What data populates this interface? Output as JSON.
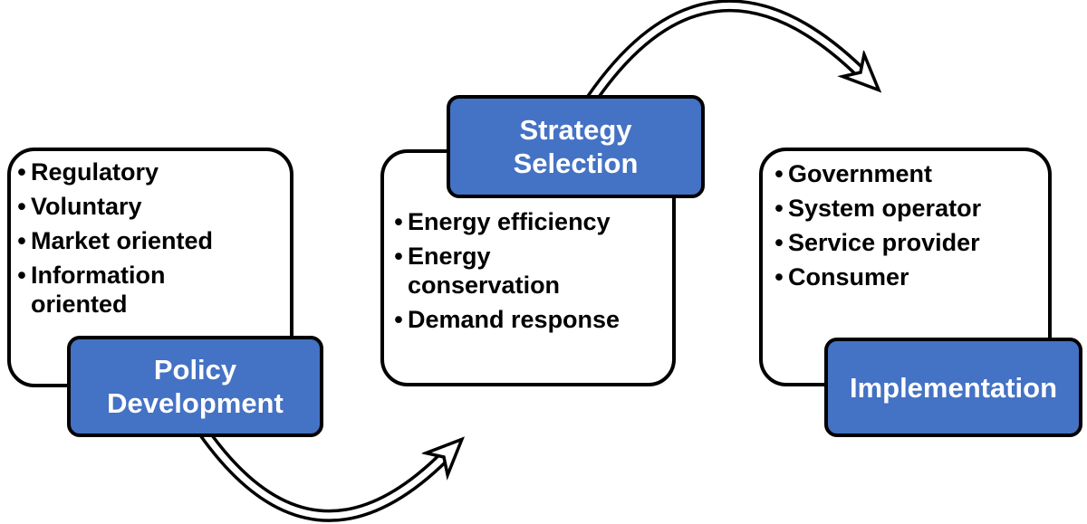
{
  "diagram": {
    "bullet": "•",
    "colors": {
      "accent_blue": "#4472C4",
      "outline": "#000000",
      "card_background": "#ffffff",
      "body_text": "#000000",
      "label_text": "#ffffff"
    },
    "stages": [
      {
        "label": "Policy\nDevelopment",
        "items": [
          "Regulatory",
          "Voluntary",
          "Market oriented",
          "Information\noriented"
        ]
      },
      {
        "label": "Strategy\nSelection",
        "items": [
          "Energy efficiency",
          "Energy\nconservation",
          "Demand response"
        ]
      },
      {
        "label": "Implementation",
        "items": [
          "Government",
          "System operator",
          "Service provider",
          "Consumer"
        ]
      }
    ],
    "arrows": [
      {
        "name": "curved-arrow-policy-to-strategy"
      },
      {
        "name": "curved-arrow-strategy-to-implementation"
      }
    ]
  }
}
